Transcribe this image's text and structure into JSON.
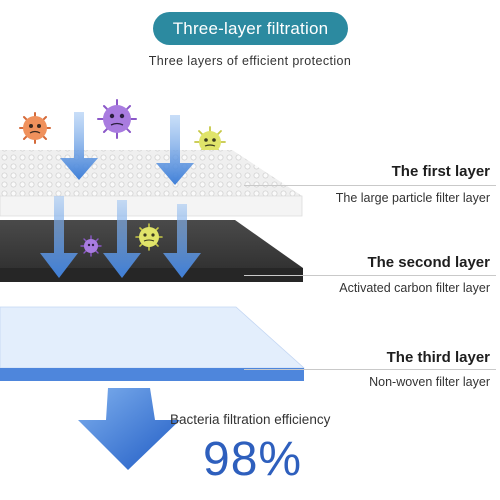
{
  "header": {
    "title": "Three-layer filtration",
    "subtitle": "Three layers of efficient protection"
  },
  "layers": [
    {
      "title": "The first layer",
      "description": "The large particle filter layer"
    },
    {
      "title": "The second layer",
      "description": "Activated carbon filter layer"
    },
    {
      "title": "The third layer",
      "description": "Non-woven filter layer"
    }
  ],
  "efficiency": {
    "label": "Bacteria filtration efficiency",
    "value": "98%"
  },
  "colors": {
    "title_pill": "#2c8aa0",
    "first_layer": "#ececec",
    "second_layer": "#3a3a3a",
    "third_layer": "#dbe8fb",
    "third_layer_edge": "#4e86dc",
    "arrow": "#4f8fe0",
    "value_text": "#2e5fbd"
  },
  "icons": {
    "germs": [
      "orange-germ-icon",
      "purple-germ-icon",
      "yellow-germ-icon",
      "small-purple-germ-icon",
      "small-yellow-germ-icon"
    ],
    "arrows": [
      "down-arrow-icon"
    ]
  }
}
